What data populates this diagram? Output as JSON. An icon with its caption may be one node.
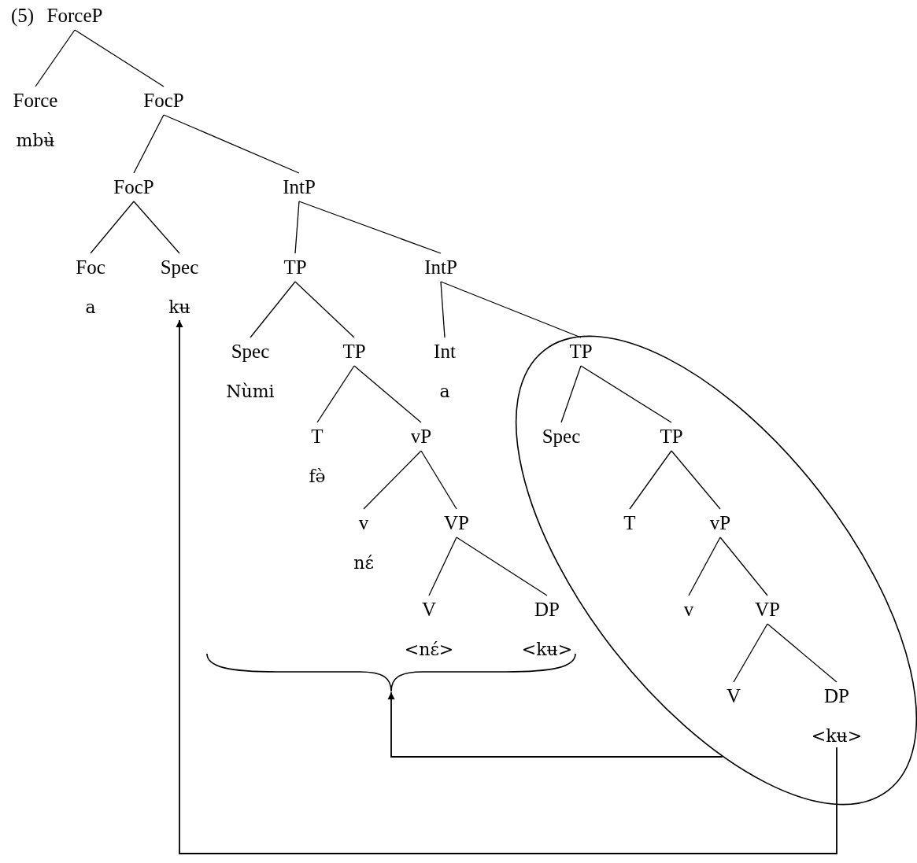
{
  "diagram": {
    "nodes": [
      {
        "text": [
          "ForceP"
        ]
      },
      {
        "text": [
          "Force",
          "mbʉ̀"
        ]
      },
      {
        "text": [
          "FocP"
        ]
      },
      {
        "text": [
          "FocP"
        ]
      },
      {
        "text": [
          "IntP"
        ]
      },
      {
        "text": [
          "Foc",
          "a"
        ]
      },
      {
        "text": [
          "Spec",
          "kʉ"
        ]
      },
      {
        "text": [
          "TP"
        ]
      },
      {
        "text": [
          "IntP"
        ]
      },
      {
        "text": [
          "Spec",
          "Nùmi"
        ]
      },
      {
        "text": [
          "TP"
        ]
      },
      {
        "text": [
          "Int",
          "a"
        ]
      },
      {
        "text": [],
        "shape": "ellipse"
      },
      {
        "text": [
          "TP"
        ],
        "in": 12
      },
      {
        "text": [
          "T",
          "fə̀"
        ]
      },
      {
        "text": [
          "vP"
        ]
      },
      {
        "text": [
          "v",
          "nɛ́"
        ]
      },
      {
        "text": [
          "VP"
        ]
      },
      {
        "text": [
          "V",
          "<nɛ́>"
        ]
      },
      {
        "text": [
          "DP",
          "<kʉ>"
        ]
      },
      {
        "text": [
          "Spec"
        ],
        "in": 12
      },
      {
        "text": [
          "TP"
        ],
        "in": 12
      },
      {
        "text": [
          "T"
        ],
        "in": 12
      },
      {
        "text": [
          "vP"
        ],
        "in": 12
      },
      {
        "text": [
          "v"
        ],
        "in": 12
      },
      {
        "text": [
          "VP"
        ],
        "in": 12
      },
      {
        "text": [
          "V"
        ],
        "in": 12
      },
      {
        "text": [
          "DP",
          "<kʉ>"
        ],
        "in": 12
      },
      {
        "text": [],
        "shape": "brace"
      }
    ],
    "edges": [
      {
        "from": 0,
        "to": 1,
        "arrow": "none"
      },
      {
        "from": 0,
        "to": 2,
        "arrow": "none"
      },
      {
        "from": 2,
        "to": 3,
        "arrow": "none"
      },
      {
        "from": 2,
        "to": 4,
        "arrow": "none"
      },
      {
        "from": 3,
        "to": 5,
        "arrow": "none"
      },
      {
        "from": 3,
        "to": 6,
        "arrow": "none"
      },
      {
        "from": 4,
        "to": 7,
        "arrow": "none"
      },
      {
        "from": 4,
        "to": 8,
        "arrow": "none"
      },
      {
        "from": 7,
        "to": 9,
        "arrow": "none"
      },
      {
        "from": 7,
        "to": 10,
        "arrow": "none"
      },
      {
        "from": 8,
        "to": 11,
        "arrow": "none"
      },
      {
        "from": 8,
        "to": 13,
        "arrow": "none"
      },
      {
        "from": 10,
        "to": 14,
        "arrow": "none"
      },
      {
        "from": 10,
        "to": 15,
        "arrow": "none"
      },
      {
        "from": 15,
        "to": 16,
        "arrow": "none"
      },
      {
        "from": 15,
        "to": 17,
        "arrow": "none"
      },
      {
        "from": 17,
        "to": 18,
        "arrow": "none"
      },
      {
        "from": 17,
        "to": 19,
        "arrow": "none"
      },
      {
        "from": 13,
        "to": 20,
        "arrow": "none"
      },
      {
        "from": 13,
        "to": 21,
        "arrow": "none"
      },
      {
        "from": 21,
        "to": 22,
        "arrow": "none"
      },
      {
        "from": 21,
        "to": 23,
        "arrow": "none"
      },
      {
        "from": 23,
        "to": 24,
        "arrow": "none"
      },
      {
        "from": 23,
        "to": 25,
        "arrow": "none"
      },
      {
        "from": 25,
        "to": 26,
        "arrow": "none"
      },
      {
        "from": 25,
        "to": 27,
        "arrow": "none"
      },
      {
        "from": 12,
        "to": 28,
        "arrow": "to"
      },
      {
        "from": 27,
        "to": 6,
        "arrow": "to"
      }
    ],
    "labels": [
      "(5)"
    ]
  }
}
